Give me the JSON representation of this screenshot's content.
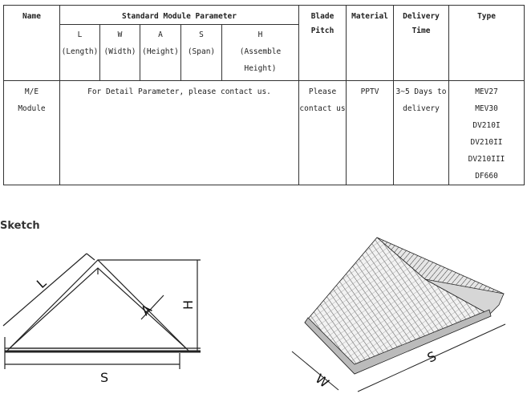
{
  "table": {
    "headers": {
      "name": "Name",
      "standard_module_parameter": "Standard Module Parameter",
      "blade_pitch": "Blade Pitch",
      "material": "Material",
      "delivery_time": [
        "Delivery",
        "Time"
      ],
      "type": "Type"
    },
    "params": [
      {
        "symbol": "L",
        "desc": [
          "(Length)"
        ]
      },
      {
        "symbol": "W",
        "desc": [
          "(Width)"
        ]
      },
      {
        "symbol": "A",
        "desc": [
          "(Height)"
        ]
      },
      {
        "symbol": "S",
        "desc": [
          "(Span)"
        ]
      },
      {
        "symbol": "H",
        "desc": [
          "(Assemble",
          "Height)"
        ]
      }
    ],
    "row": {
      "name": [
        "M/E",
        "Module"
      ],
      "parameter_note": "For Detail Parameter, please contact us.",
      "blade_pitch": [
        "Please",
        "contact us"
      ],
      "material": "PPTV",
      "delivery": [
        "3~5 Days to",
        "delivery"
      ],
      "types": [
        "MEV27",
        "MEV30",
        "DV210I",
        "DV210II",
        "DV210III",
        "DF660"
      ]
    }
  },
  "sketch": {
    "title": "Sketch",
    "labels": {
      "L": "L",
      "A": "A",
      "H": "H",
      "S1": "S",
      "W": "W",
      "S2": "S"
    }
  }
}
